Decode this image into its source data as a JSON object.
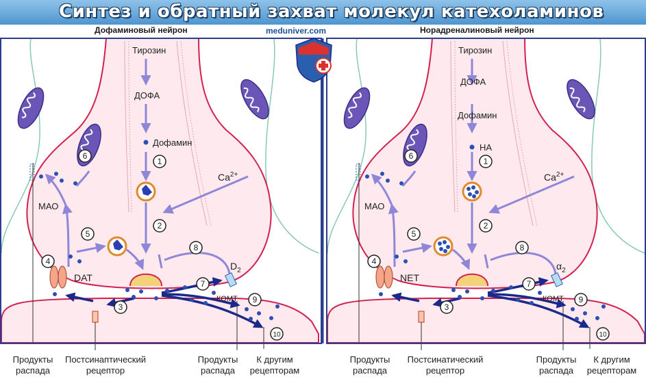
{
  "title": "Синтез и обратный захват молекул катехоламинов",
  "watermark": "meduniver.com",
  "left_panel": {
    "header": "Дофаминовый нейрон",
    "pathway": [
      "Тирозин",
      "ДОФА",
      "Дофамин"
    ],
    "enzyme": "МАО",
    "transporter": "DAT",
    "receptor_base": "D",
    "receptor_sub": "2",
    "komt": "КОМТ",
    "calcium_base": "Ca",
    "calcium_sup": "2+",
    "steps": [
      "1",
      "2",
      "3",
      "4",
      "5",
      "6",
      "7",
      "8",
      "9",
      "10"
    ],
    "bottom_labels": {
      "products_1": "Продукты\nраспада",
      "postsynaptic": "Постсинаптический\nрецептор",
      "products_2": "Продукты\nраспада",
      "other_receptors": "К другим\nрецепторам"
    }
  },
  "right_panel": {
    "header": "Норадреналиновый нейрон",
    "pathway": [
      "Тирозин",
      "ДОФА",
      "Дофамин",
      "НА"
    ],
    "enzyme": "МАО",
    "transporter": "NET",
    "receptor_base": "α",
    "receptor_sub": "2",
    "komt": "КОМТ",
    "calcium_base": "Ca",
    "calcium_sup": "2+",
    "steps": [
      "1",
      "2",
      "3",
      "4",
      "5",
      "6",
      "7",
      "8",
      "9",
      "10"
    ],
    "bottom_labels": {
      "products_1": "Продукты\nраспада",
      "postsynaptic": "Постсинатический\nрецептор",
      "products_2": "Продукты\nраспада",
      "other_receptors": "К другим\nрецепторам"
    }
  },
  "colors": {
    "title_bar": "#5b9fd6",
    "neuron_fill": "#fde9ee",
    "neuron_outline": "#d3214f",
    "outer_membrane": "#88c9b2",
    "arrow_purple": "#8f86d8",
    "arrow_navy": "#1b2a8a",
    "mitochondria": "#6b56b8",
    "divider": "#2a3f8f"
  }
}
